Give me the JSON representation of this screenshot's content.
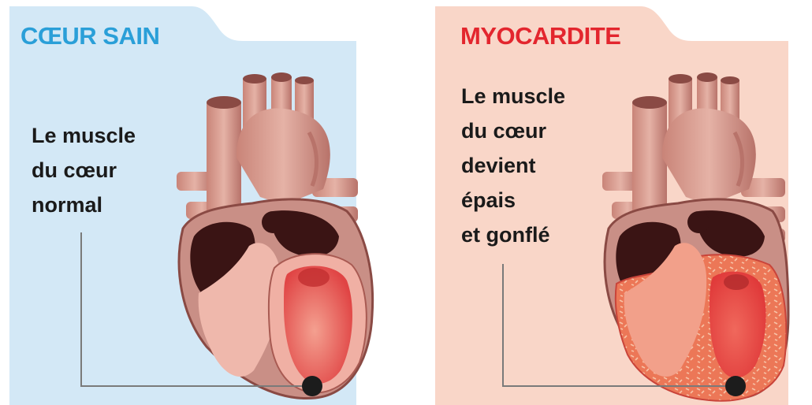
{
  "panels": [
    {
      "title": "CŒUR SAIN",
      "title_color": "#2a9fd8",
      "background_color": "#d3e8f6",
      "caption_lines": [
        "Le muscle",
        "du cœur",
        "normal"
      ],
      "heart_state": "normal"
    },
    {
      "title": "MYOCARDITE",
      "title_color": "#e3262e",
      "background_color": "#f9d6c8",
      "caption_lines": [
        "Le muscle",
        "du cœur",
        "devient",
        "épais",
        "et gonflé"
      ],
      "heart_state": "inflamed"
    }
  ],
  "colors": {
    "heart_outer": "#c98f86",
    "heart_vessel": "#dba59a",
    "heart_shadow": "#8a4a44",
    "chamber_dark": "#3a1414",
    "muscle_normal": "#efb8ac",
    "muscle_inflamed": "#ec7757",
    "ventricle_red": "#e8474a",
    "leader_line": "#7a7a7a",
    "marker_dot": "#1c1c1c"
  },
  "icons": [
    "heart-cross-section-illustration",
    "marker-dot"
  ]
}
